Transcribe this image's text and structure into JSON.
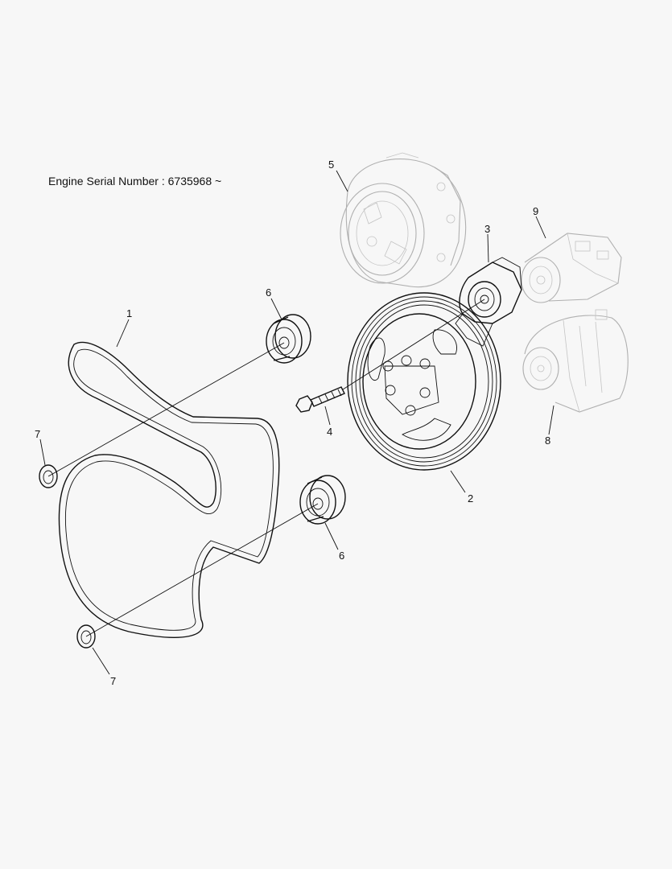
{
  "header": {
    "serial_text": "Engine Serial Number :  6735968 ~"
  },
  "callouts": {
    "c1": "1",
    "c2": "2",
    "c3": "3",
    "c4": "4",
    "c5": "5",
    "c6a": "6",
    "c6b": "6",
    "c7a": "7",
    "c7b": "7",
    "c8": "8",
    "c9": "9"
  },
  "colors": {
    "ink": "#111111",
    "ghost": "#b0b0b0",
    "background": "#f7f7f7"
  }
}
